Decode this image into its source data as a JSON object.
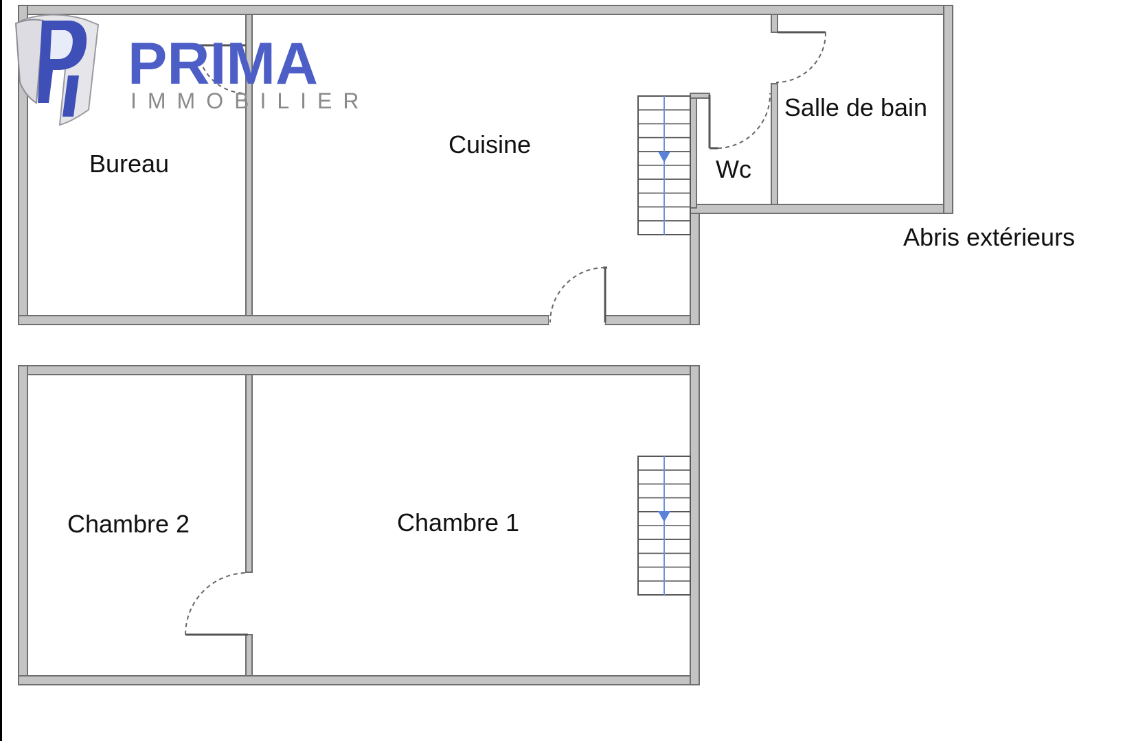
{
  "logo": {
    "name": "PRIMA",
    "subtitle": "IMMOBILIER",
    "monogram": "PI",
    "brand_color": "#4d5fc7"
  },
  "floors": [
    {
      "id": "upper",
      "rooms": [
        {
          "id": "bureau",
          "label": "Bureau"
        },
        {
          "id": "cuisine",
          "label": "Cuisine"
        },
        {
          "id": "wc",
          "label": "Wc"
        },
        {
          "id": "salle-de-bain",
          "label": "Salle de bain"
        }
      ],
      "outside_label": "Abris extérieurs"
    },
    {
      "id": "lower",
      "rooms": [
        {
          "id": "chambre-2",
          "label": "Chambre 2"
        },
        {
          "id": "chambre-1",
          "label": "Chambre 1"
        }
      ]
    }
  ],
  "colors": {
    "wall_fill": "#c4c4c4",
    "wall_outline": "#6e6e6e",
    "stair_arrow": "#5a82d8",
    "page_border": "#000000"
  }
}
